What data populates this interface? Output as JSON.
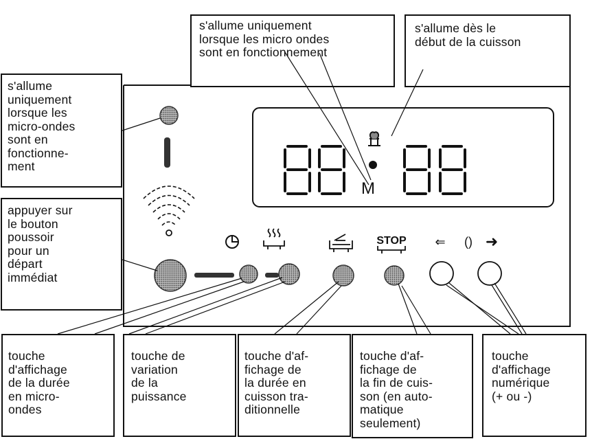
{
  "callouts": {
    "top_center": "s'allume uniquement\nlorsque les micro ondes\nsont en fonctionnement",
    "top_right": "s'allume dès le\ndébut de la cuisson",
    "left_led": "s'allume\nuniquement\nlorsque les\nmicro-ondes\nsont en\nfonctionne-\nment",
    "left_button": "appuyer sur\nle bouton\npoussoir\npour un\ndépart\nimmédiat",
    "bottom_1": "touche\nd'affichage\nde la durée\nen micro-\nondes",
    "bottom_2": "touche de\nvariation\nde la\npuissance",
    "bottom_3": "touche d'af-\nfichage de\nla durée en\ncuisson tra-\nditionnelle",
    "bottom_4": "touche d'af-\nfichage de\nla fin de cuis-\nson (en auto-\nmatique\nseulement)",
    "bottom_5": "touche\nd'affichage\nnumérique\n(+ ou -)"
  },
  "display": {
    "digits": "88  88",
    "mode_letter": "M"
  },
  "symbols": {
    "stop": "STOP",
    "minus": "⇐",
    "neutral": "()",
    "plus": "➜"
  },
  "icons": [
    "clock-icon",
    "heat-waves-icon",
    "oven-end-icon",
    "stop-icon",
    "minus-arrow-icon",
    "plus-arrow-icon",
    "microwave-waves-icon",
    "chef-hat-icon"
  ]
}
